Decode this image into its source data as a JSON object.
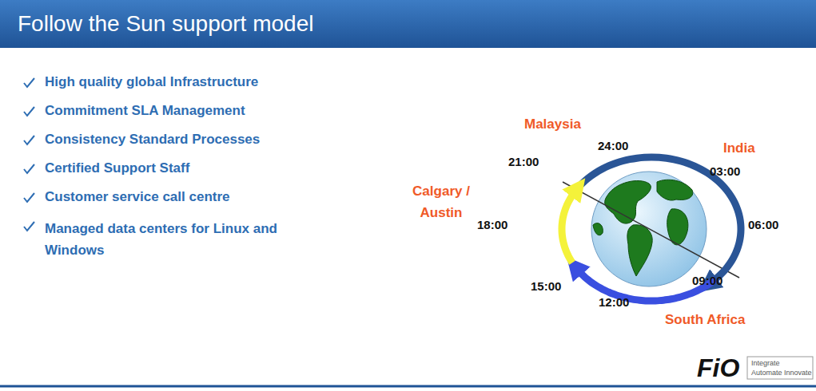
{
  "diagram": {
    "title": "Follow the Sun support model",
    "labels": [
      "High quality global Infrastructure",
      "Commitment SLA Management",
      "Consistency Standard Processes",
      "Certified Support Staff",
      "Customer service call centre",
      "Managed data centers for Linux and Windows",
      "Malaysia",
      "India",
      "Calgary / Austin",
      "South Africa",
      "24:00",
      "03:00",
      "06:00",
      "09:00",
      "12:00",
      "15:00",
      "18:00",
      "21:00",
      "FiO",
      "Integrate",
      "Automate Innovate"
    ]
  }
}
